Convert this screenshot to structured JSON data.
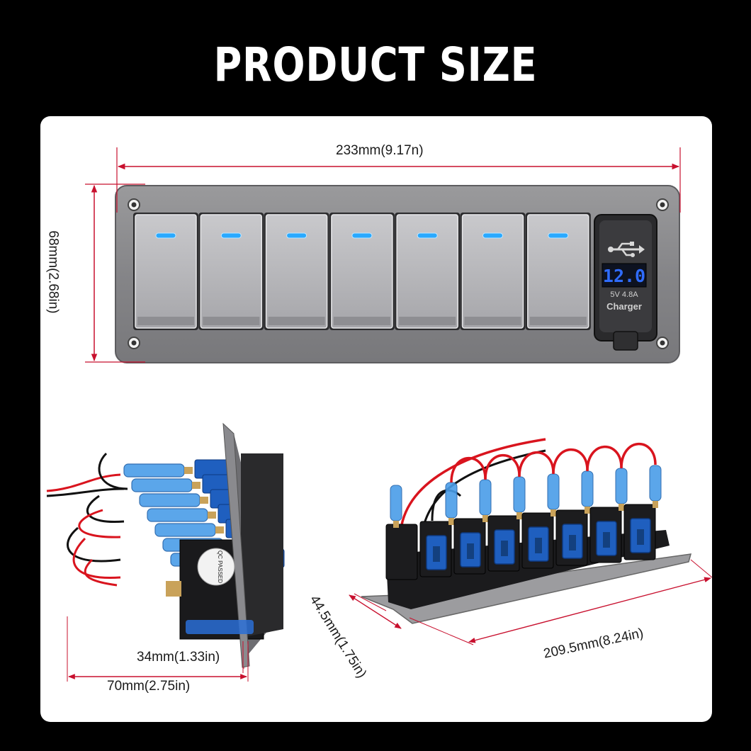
{
  "heading": "PRODUCT SIZE",
  "panel": {
    "switch_count": 7,
    "charger": {
      "voltmeter_reading": "12.0",
      "rating": "5V 4.8A",
      "label": "Charger"
    }
  },
  "side_view": {
    "label_text": "QC PASSED"
  },
  "dimensions": {
    "width": "233mm(9.17n)",
    "height": "68mm(2.68in)",
    "side_depth_small": "34mm(1.33in)",
    "side_depth_total": "70mm(2.75in)",
    "panel_depth": "44.5mm(1.75in)",
    "panel_length": "209.5mm(8.24in)"
  },
  "colors": {
    "background": "#000000",
    "card": "#ffffff",
    "dimension_line": "#c8102e",
    "led": "#29a9ff",
    "switch_blue": "#1f5fbf",
    "wire_red": "#d9141e"
  }
}
